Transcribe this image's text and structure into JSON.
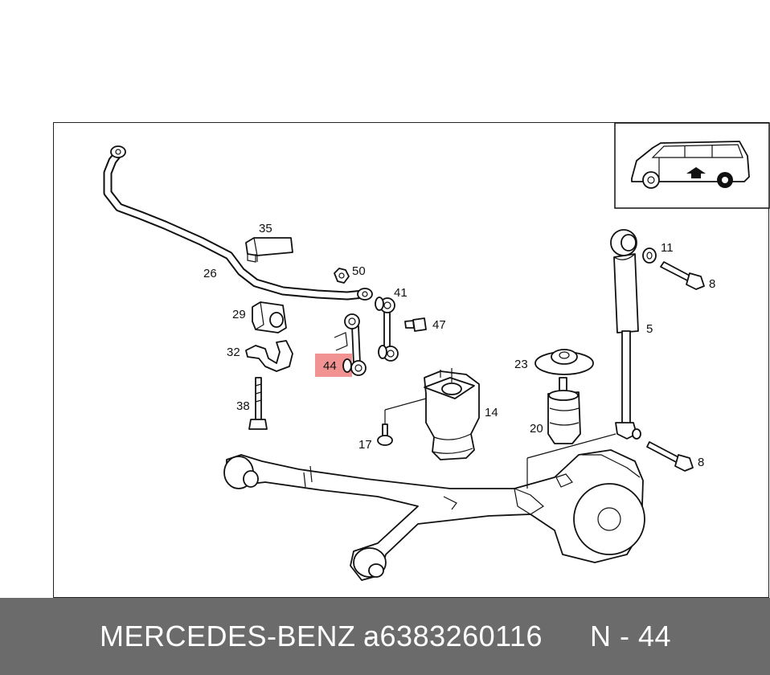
{
  "diagram": {
    "labels": {
      "stabilizer_bar": "26",
      "bar_bracket": "35",
      "nut": "50",
      "link_rod": "41",
      "bolt_47": "47",
      "bushing": "29",
      "clamp": "32",
      "long_bolt": "38",
      "highlighted_link": "44",
      "washer": "11",
      "shock_bolt_upper": "8",
      "shock_absorber": "5",
      "bump_stop_cap": "23",
      "bump_stop": "20",
      "air_spring": "14",
      "screw": "17",
      "shock_bolt_lower": "8"
    },
    "highlight_color": "#f08080"
  },
  "footer": {
    "brand": "MERCEDES-BENZ -",
    "part_number": "a6383260116",
    "reference": "N - 44"
  }
}
